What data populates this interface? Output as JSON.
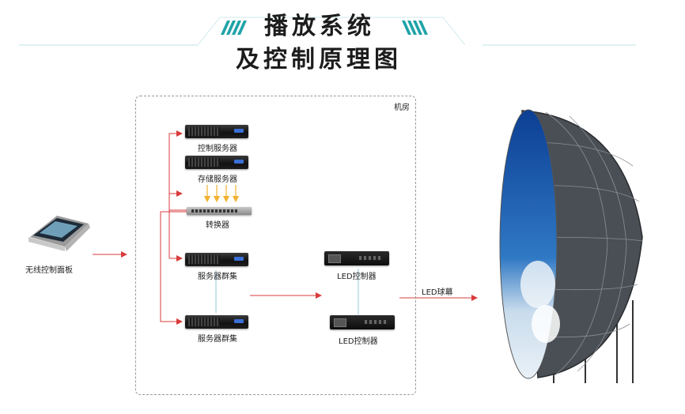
{
  "title": {
    "line1": "播放系统",
    "line2": "及控制原理图"
  },
  "labels": {
    "room": "机房",
    "control_server": "控制服务器",
    "storage_server": "存储服务器",
    "converter": "转换器",
    "cluster_1": "服务器群集",
    "cluster_2": "服务器群集",
    "led_controller_1": "LED控制器",
    "led_controller_2": "LED控制器",
    "tablet": "无线控制面板",
    "led_dome": "LED球幕"
  },
  "colors": {
    "arrow": "#d93b3b",
    "orange_arrow": "#f2b233",
    "connector": "#8fc9d8",
    "accent": "#1fa3a8"
  }
}
